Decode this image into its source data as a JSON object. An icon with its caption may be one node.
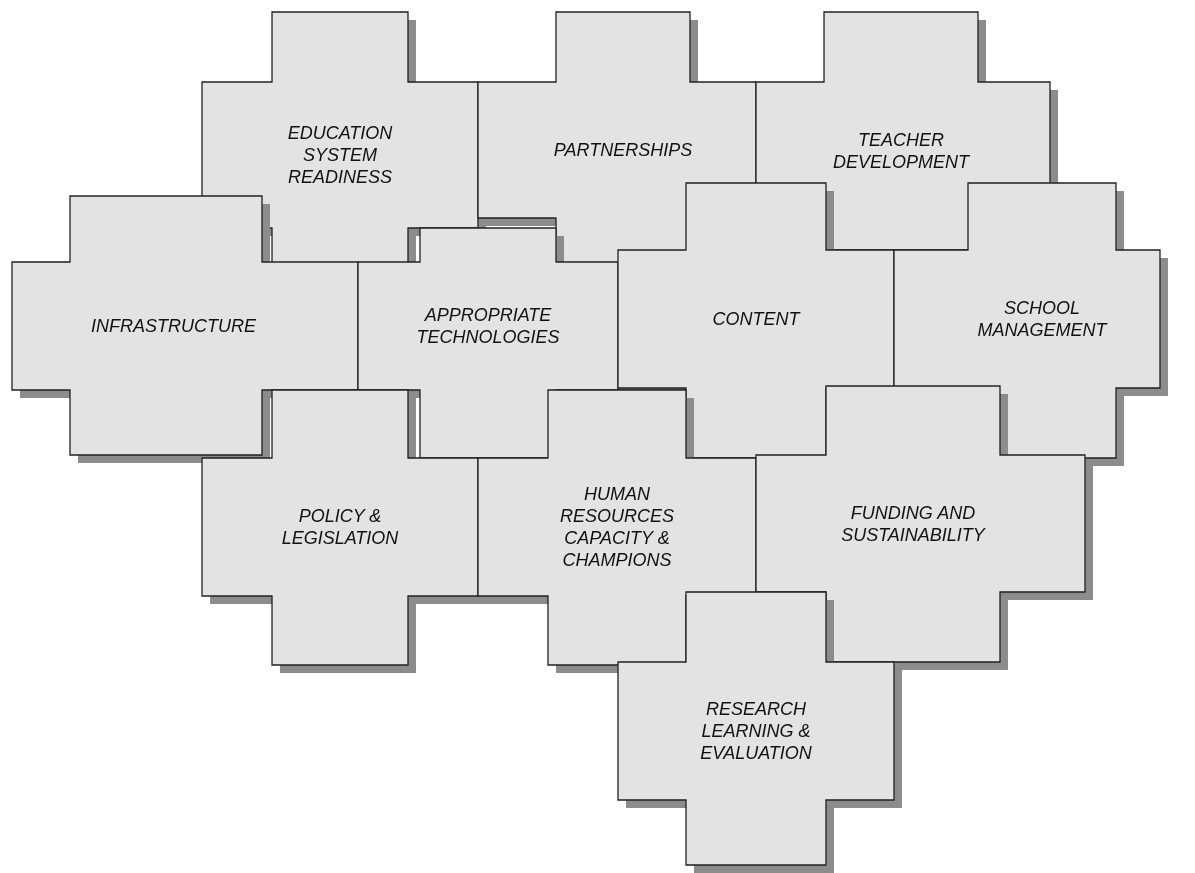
{
  "diagram": {
    "nodes": [
      {
        "text": [
          "EDUCATION SYSTEM READINESS"
        ]
      },
      {
        "text": [
          "PARTNERSHIPS"
        ]
      },
      {
        "text": [
          "TEACHER DEVELOPMENT"
        ]
      },
      {
        "text": [
          "INFRASTRUCTURE"
        ]
      },
      {
        "text": [
          "APPROPRIATE TECHNOLOGIES"
        ]
      },
      {
        "text": [
          "CONTENT"
        ]
      },
      {
        "text": [
          "SCHOOL MANAGEMENT"
        ]
      },
      {
        "text": [
          "POLICY & LEGISLATION"
        ]
      },
      {
        "text": [
          "HUMAN RESOURCES CAPACITY & CHAMPIONS"
        ]
      },
      {
        "text": [
          "FUNDING AND SUSTAINABILITY"
        ]
      },
      {
        "text": [
          "RESEARCH LEARNING & EVALUATION"
        ]
      }
    ],
    "edges": []
  }
}
